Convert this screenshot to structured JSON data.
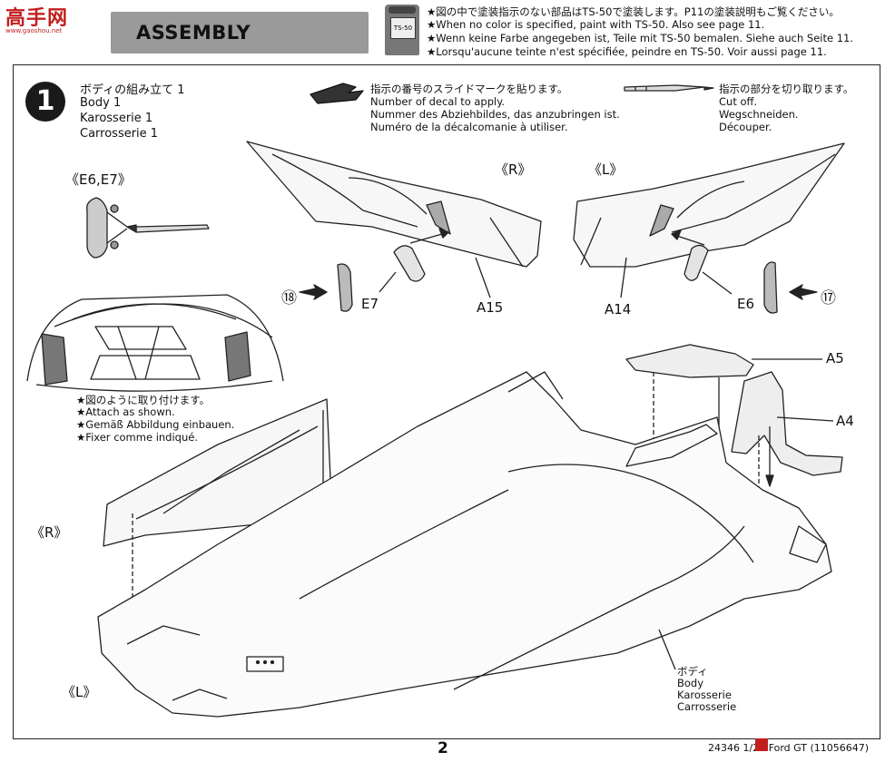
{
  "watermark": {
    "main": "高手网",
    "sub": "www.gaoshou.net"
  },
  "header": {
    "title": "ASSEMBLY",
    "paint_can_label": "TS-50",
    "notes": [
      "★図の中で塗装指示のない部品はTS-50で塗装します。P11の塗装説明もご覧ください。",
      "★When no color is specified, paint with TS-50. Also see page 11.",
      "★Wenn keine Farbe angegeben ist, Teile mit TS-50 bemalen. Siehe auch Seite 11.",
      "★Lorsqu'aucune teinte n'est spécifiée, peindre en TS-50. Voir aussi page 11."
    ]
  },
  "step": {
    "number": "1",
    "title_lines": [
      "ボディの組み立て 1",
      "Body 1",
      "Karosserie 1",
      "Carrosserie 1"
    ]
  },
  "legend_decal": [
    "指示の番号のスライドマークを貼ります。",
    "Number of decal to apply.",
    "Nummer des Abziehbildes, das anzubringen ist.",
    "Numéro de la décalcomanie à utiliser."
  ],
  "legend_cut": [
    "指示の部分を切り取ります。",
    "Cut off.",
    "Wegschneiden.",
    "Découper."
  ],
  "attach_note": [
    "★図のように取り付けます。",
    "★Attach as shown.",
    "★Gemäß Abbildung einbauen.",
    "★Fixer comme indiqué."
  ],
  "labels": {
    "e6e7": "《E6,E7》",
    "r_top": "《R》",
    "l_top": "《L》",
    "r_side": "《R》",
    "l_side": "《L》",
    "a15": "A15",
    "a14": "A14",
    "e7": "E7",
    "e6": "E6",
    "a5": "A5",
    "a4": "A4",
    "decal_18": "⑱",
    "decal_17": "⑰"
  },
  "body_label": [
    "ボディ",
    "Body",
    "Karosserie",
    "Carrosserie"
  ],
  "footer": {
    "page": "2",
    "code": "24346  1/24 Ford GT (11056647)"
  }
}
